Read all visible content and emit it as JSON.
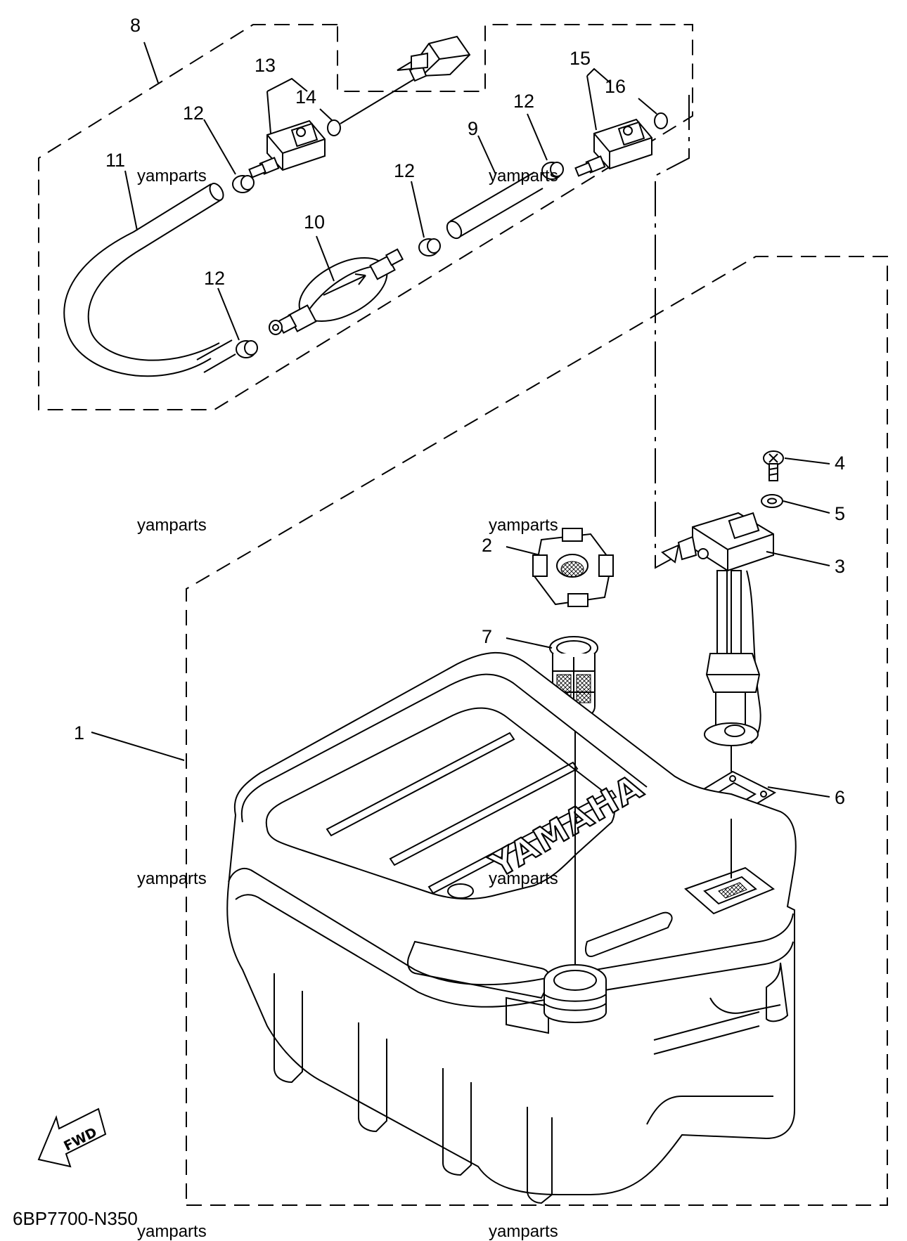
{
  "diagram": {
    "part_labels": [
      "1",
      "2",
      "3",
      "4",
      "5",
      "6",
      "7",
      "8",
      "9",
      "10",
      "11",
      "12",
      "13",
      "14",
      "15",
      "16"
    ],
    "watermark": "yamparts",
    "drawing_code": "6BP7700-N350",
    "fwd_label": "FWD",
    "tank_brand": "YAMAHA"
  }
}
